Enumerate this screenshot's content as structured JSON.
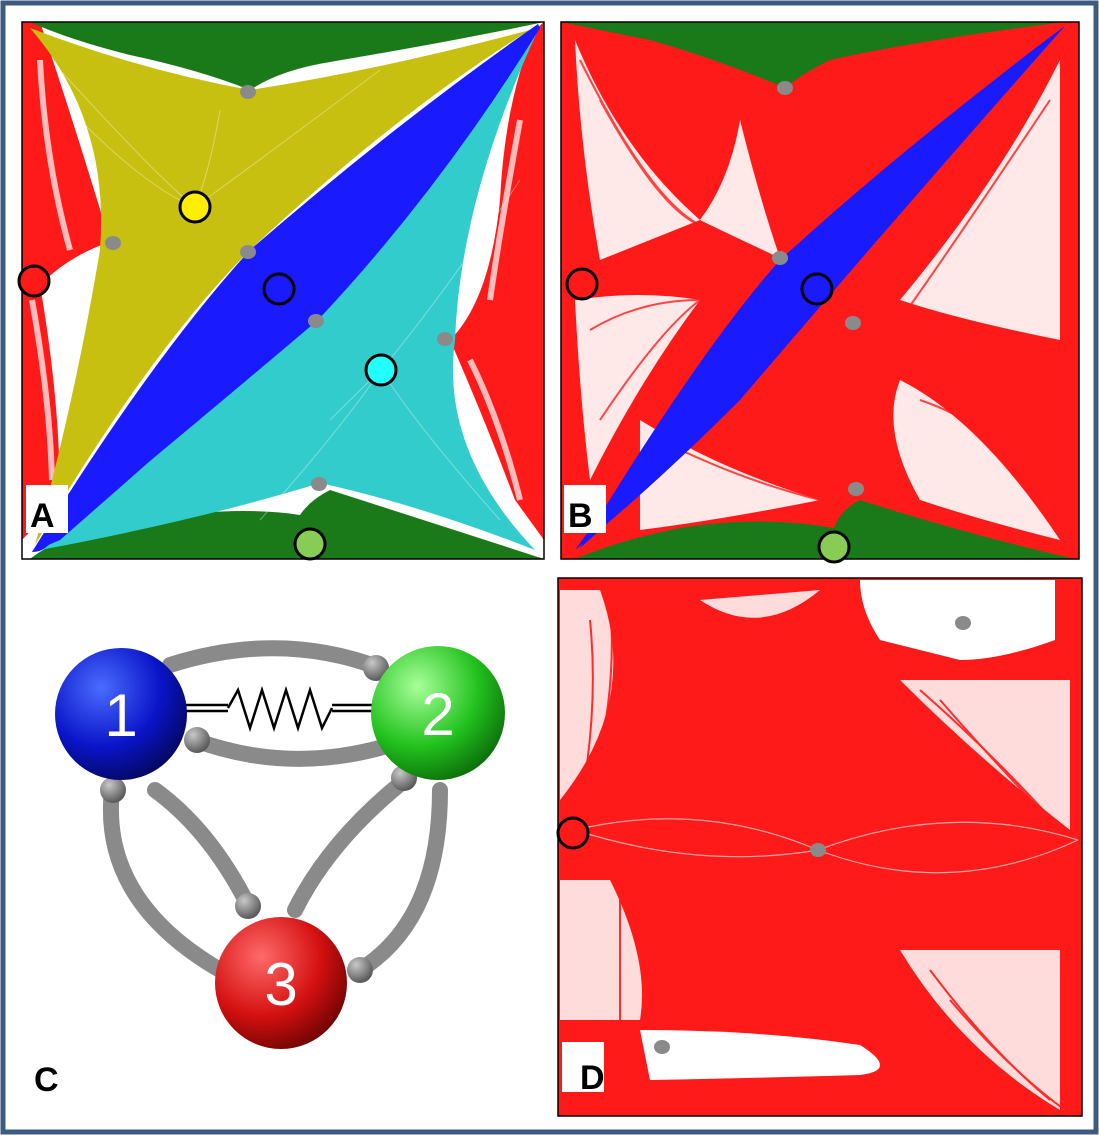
{
  "panels": [
    {
      "letter": "A"
    },
    {
      "letter": "B"
    },
    {
      "letter": "C"
    },
    {
      "letter": "D"
    }
  ],
  "nodes": [
    {
      "label": "1",
      "color": "#0a14c8"
    },
    {
      "label": "2",
      "color": "#22c21e"
    },
    {
      "label": "3",
      "color": "#d41010"
    }
  ],
  "colors": {
    "frame": "#3d5a80",
    "red": "#ff1a1a",
    "green": "#1a7a1a",
    "yellow": "#c8c010",
    "blue": "#1a1aff",
    "cyan": "#33cccc",
    "gray_point": "#8a8a8a",
    "light_green": "#88cc55",
    "bright_yellow": "#ffee00",
    "bright_cyan": "#22ffff"
  },
  "icons": {
    "attractor": "circle-marker",
    "saddle": "gray-dot",
    "spring": "zigzag-spring"
  }
}
